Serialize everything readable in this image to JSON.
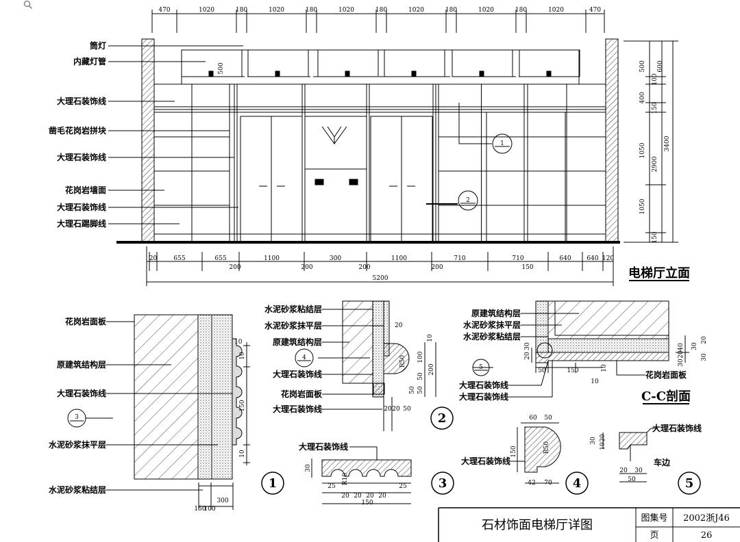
{
  "toolbar": {
    "zoom_icon": "magnifier-icon"
  },
  "elevation": {
    "title": "电梯厅立面",
    "top_dims": [
      "470",
      "1020",
      "180",
      "1020",
      "180",
      "1020",
      "180",
      "1020",
      "180",
      "1020",
      "180",
      "1020",
      "470"
    ],
    "bottom_dims": [
      "20",
      "655",
      "655",
      "1100",
      "300",
      "1100",
      "710",
      "710",
      "640",
      "640",
      "120"
    ],
    "bottom_small_dims": [
      "200",
      "200",
      "200",
      "200",
      "150"
    ],
    "overall_width": "5200",
    "right_dims": [
      "500",
      "100",
      "600",
      "400",
      "150",
      "1050",
      "2900",
      "3400",
      "1050",
      "150"
    ],
    "left_labels": [
      "筒灯",
      "内藏灯管",
      "大理石装饰线",
      "凿毛花岗岩拼块",
      "大理石装饰线",
      "花岗岩墙面",
      "大理石装饰线",
      "大理石踢脚线"
    ],
    "inner_dim": "500",
    "callouts": [
      "1",
      "2"
    ]
  },
  "detail1": {
    "labels": [
      "花岗岩面板",
      "原建筑结构层",
      "大理石装饰线",
      "水泥砂浆抹平层",
      "水泥砂浆粘结层"
    ],
    "callout": "3",
    "dims": [
      "10",
      "10",
      "150",
      "10",
      "300",
      "150",
      "100"
    ],
    "number": "1"
  },
  "detail2": {
    "labels": [
      "水泥砂浆粘结层",
      "水泥砂浆抹平层",
      "原建筑结构层",
      "大理石装饰线",
      "花岗岩面板",
      "大理石装饰线"
    ],
    "callout": "4",
    "dims": [
      "20",
      "10",
      "R50",
      "100",
      "50",
      "50",
      "200",
      "50",
      "20",
      "20",
      "50"
    ],
    "number": "2"
  },
  "section_cc": {
    "title": "C-C剖面",
    "labels": [
      "原建筑结构层",
      "水泥砂浆抹平层",
      "水泥砂浆粘结层",
      "大理石装饰线",
      "大理石装饰线",
      "花岗岩面板"
    ],
    "callout": "5",
    "dims": [
      "20",
      "30",
      "40",
      "20",
      "30",
      "50",
      "150",
      "10",
      "10"
    ],
    "stack_dims": [
      "20",
      "30",
      "30"
    ]
  },
  "detail3": {
    "label": "大理石装饰线",
    "dims": [
      "30",
      "25",
      "R10",
      "25",
      "20",
      "20",
      "20",
      "20",
      "150"
    ],
    "number": "3"
  },
  "detail4": {
    "label": "大理石装饰线",
    "dims": [
      "60",
      "50",
      "R50",
      "150",
      "42",
      "70"
    ],
    "number": "4"
  },
  "detail5": {
    "labels": [
      "大理石装饰线",
      "车边"
    ],
    "dims": [
      "30",
      "10",
      "20",
      "20",
      "30",
      "50"
    ],
    "number": "5"
  },
  "title_block": {
    "drawing_title": "石材饰面电梯厅详图",
    "atlas_label": "图集号",
    "atlas_value": "2002浙J46",
    "page_label": "页",
    "page_value": "26"
  }
}
